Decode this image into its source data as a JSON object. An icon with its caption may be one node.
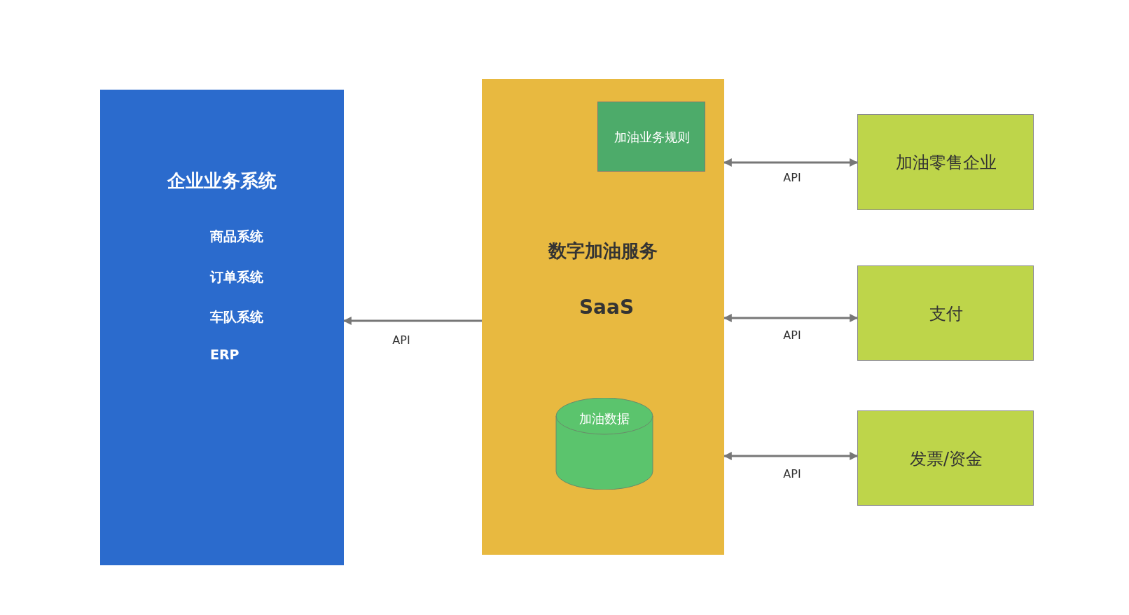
{
  "diagram": {
    "nodes": [
      {
        "text": [
          "企业业务系统",
          "商品系统",
          "订单系统",
          "车队系统",
          "ERP"
        ]
      },
      {
        "text": [
          "数字加油服务",
          "SaaS"
        ]
      },
      {
        "text": [
          "加油业务规则"
        ],
        "in": 1
      },
      {
        "text": [
          "加油数据"
        ],
        "in": 1
      },
      {
        "text": [
          "加油零售企业"
        ]
      },
      {
        "text": [
          "支付"
        ]
      },
      {
        "text": [
          "发票/资金"
        ]
      }
    ],
    "edges": [
      {
        "from": 1,
        "to": 0,
        "arrow": "to",
        "label": "API"
      },
      {
        "from": 1,
        "to": 4,
        "arrow": "both",
        "label": "API"
      },
      {
        "from": 1,
        "to": 5,
        "arrow": "both",
        "label": "API"
      },
      {
        "from": 1,
        "to": 6,
        "arrow": "both",
        "label": "API"
      }
    ]
  }
}
